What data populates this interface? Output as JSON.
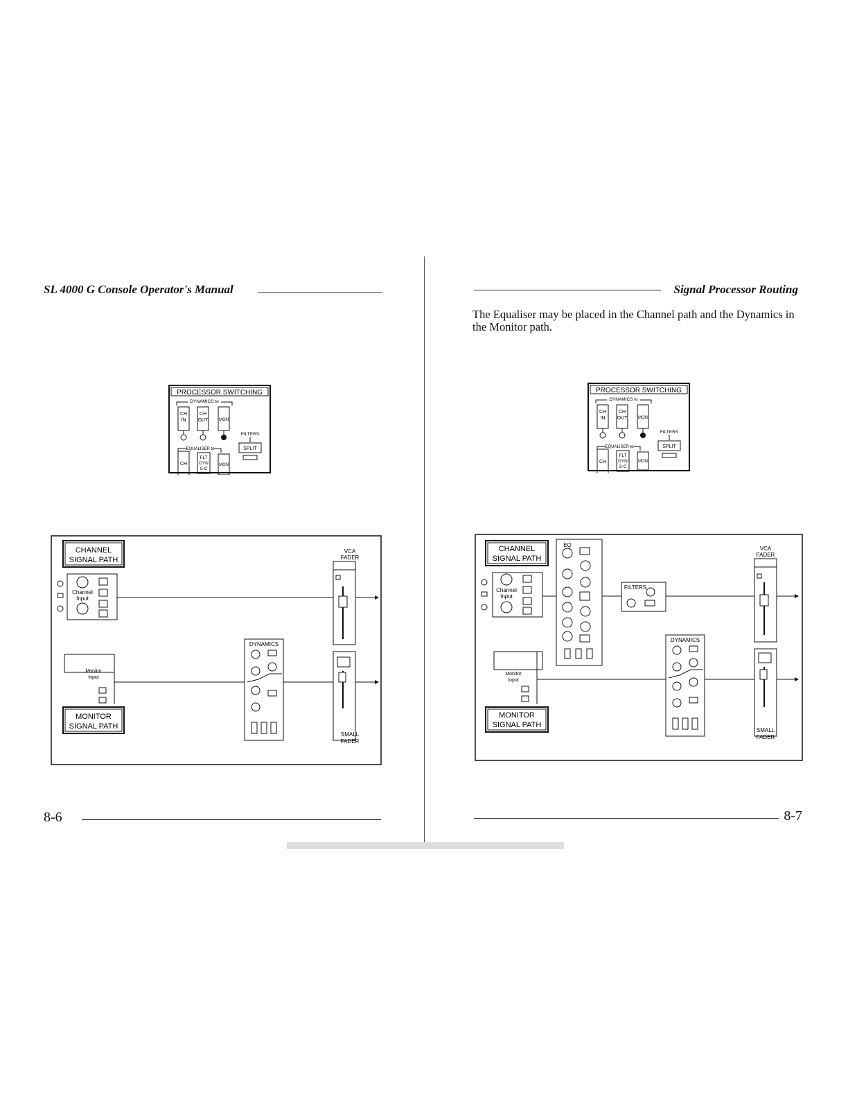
{
  "left_page": {
    "header_title": "SL 4000 G Console Operator's Manual",
    "page_number": "8-6"
  },
  "right_page": {
    "header_title": "Signal Processor Routing",
    "intro_text": "The Equaliser may be placed in the Channel path and the Dynamics in the Monitor path.",
    "page_number": "8-7"
  },
  "switching_panel": {
    "title": "PROCESSOR SWITCHING",
    "dynamics_label": "DYNAMICS to",
    "equaliser_label": "EQUALISER to",
    "filters_label": "FILTERS",
    "split_label": "SPLIT",
    "dyn_buttons": [
      "CH IN",
      "CH OUT",
      "MON"
    ],
    "eq_buttons": [
      "CH",
      "FLT DYN S-C",
      "MON"
    ]
  },
  "signal_diagram": {
    "channel_label": "CHANNEL SIGNAL PATH",
    "monitor_label": "MONITOR SIGNAL PATH",
    "channel_input": "Channel Input",
    "monitor_input": "Monitor Input",
    "dynamics_label": "DYNAMICS",
    "eq_label": "EQ",
    "filters_label": "FILTERS",
    "vca_fader": "VCA FADER",
    "small_fader": "SMALL FADER"
  }
}
